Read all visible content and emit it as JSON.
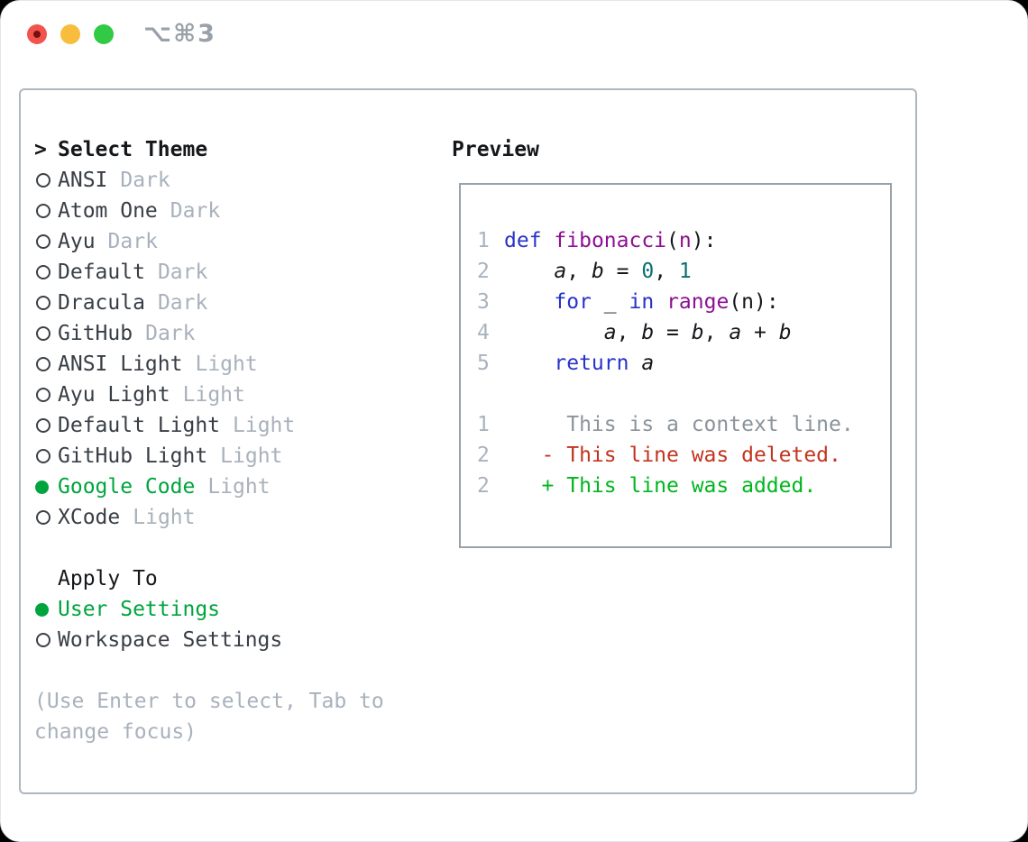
{
  "window": {
    "title": "⌥⌘3",
    "controls": [
      "close",
      "minimize",
      "zoom"
    ]
  },
  "colors": {
    "accent_green": "#00a43e",
    "added_green": "#00b61e",
    "deleted_red": "#c23420",
    "context_gray": "#8b939b",
    "keyword_blue": "#2733c9",
    "function_purple": "#8e0f94",
    "number_teal": "#0b6f6f",
    "muted_gray": "#a8b1bc",
    "traffic_red": "#f2544d",
    "traffic_yellow": "#f8bd3c",
    "traffic_green": "#32c944"
  },
  "theme_list": {
    "header_marker": ">",
    "header": "Select Theme",
    "items": [
      {
        "name": "ANSI",
        "variant": "Dark",
        "selected": false
      },
      {
        "name": "Atom One",
        "variant": "Dark",
        "selected": false
      },
      {
        "name": "Ayu",
        "variant": "Dark",
        "selected": false
      },
      {
        "name": "Default",
        "variant": "Dark",
        "selected": false
      },
      {
        "name": "Dracula",
        "variant": "Dark",
        "selected": false
      },
      {
        "name": "GitHub",
        "variant": "Dark",
        "selected": false
      },
      {
        "name": "ANSI Light",
        "variant": "Light",
        "selected": false
      },
      {
        "name": "Ayu Light",
        "variant": "Light",
        "selected": false
      },
      {
        "name": "Default Light",
        "variant": "Light",
        "selected": false
      },
      {
        "name": "GitHub Light",
        "variant": "Light",
        "selected": false
      },
      {
        "name": "Google Code",
        "variant": "Light",
        "selected": true
      },
      {
        "name": "XCode",
        "variant": "Light",
        "selected": false
      }
    ]
  },
  "apply_to": {
    "header": "Apply To",
    "items": [
      {
        "label": "User Settings",
        "selected": true
      },
      {
        "label": "Workspace Settings",
        "selected": false
      }
    ]
  },
  "help_text": "(Use Enter to select, Tab to change focus)",
  "preview": {
    "title": "Preview",
    "code_lines": [
      {
        "num": "1",
        "tokens": [
          {
            "t": "def",
            "c": "kw"
          },
          {
            "t": " ",
            "c": "pl"
          },
          {
            "t": "fibonacci",
            "c": "fn"
          },
          {
            "t": "(",
            "c": "pl"
          },
          {
            "t": "n",
            "c": "fn"
          },
          {
            "t": "):",
            "c": "pl"
          }
        ]
      },
      {
        "num": "2",
        "tokens": [
          {
            "t": "    ",
            "c": "pl"
          },
          {
            "t": "a",
            "c": "var"
          },
          {
            "t": ", ",
            "c": "pl"
          },
          {
            "t": "b",
            "c": "var"
          },
          {
            "t": " = ",
            "c": "pl"
          },
          {
            "t": "0",
            "c": "num"
          },
          {
            "t": ", ",
            "c": "pl"
          },
          {
            "t": "1",
            "c": "num"
          }
        ]
      },
      {
        "num": "3",
        "tokens": [
          {
            "t": "    ",
            "c": "pl"
          },
          {
            "t": "for",
            "c": "kw"
          },
          {
            "t": " ",
            "c": "pl"
          },
          {
            "t": "_",
            "c": "var"
          },
          {
            "t": " ",
            "c": "pl"
          },
          {
            "t": "in",
            "c": "kw"
          },
          {
            "t": " ",
            "c": "pl"
          },
          {
            "t": "range",
            "c": "fn"
          },
          {
            "t": "(n):",
            "c": "pl"
          }
        ]
      },
      {
        "num": "4",
        "tokens": [
          {
            "t": "        ",
            "c": "pl"
          },
          {
            "t": "a",
            "c": "var"
          },
          {
            "t": ", ",
            "c": "pl"
          },
          {
            "t": "b",
            "c": "var"
          },
          {
            "t": " = ",
            "c": "pl"
          },
          {
            "t": "b",
            "c": "var"
          },
          {
            "t": ", ",
            "c": "pl"
          },
          {
            "t": "a",
            "c": "var"
          },
          {
            "t": " + ",
            "c": "pl"
          },
          {
            "t": "b",
            "c": "var"
          }
        ]
      },
      {
        "num": "5",
        "tokens": [
          {
            "t": "    ",
            "c": "pl"
          },
          {
            "t": "return",
            "c": "kw"
          },
          {
            "t": " ",
            "c": "pl"
          },
          {
            "t": "a",
            "c": "var"
          }
        ]
      }
    ],
    "diff_lines": [
      {
        "num": "1",
        "tokens": [
          {
            "t": "     This is a context line.",
            "c": "ctx"
          }
        ]
      },
      {
        "num": "2",
        "tokens": [
          {
            "t": "   - This line was deleted.",
            "c": "del"
          }
        ]
      },
      {
        "num": "2",
        "tokens": [
          {
            "t": "   + This line was added.",
            "c": "add"
          }
        ]
      }
    ]
  }
}
